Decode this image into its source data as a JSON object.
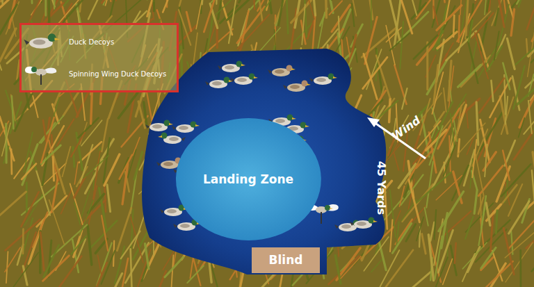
{
  "diagram": {
    "nodes": [
      {
        "text": [
          "Landing Zone"
        ]
      },
      {
        "text": [
          "Blind"
        ]
      }
    ],
    "labels": [
      "Wind",
      "45 Yards"
    ],
    "legend": [
      {
        "text": "Duck Decoys"
      },
      {
        "text": "Spinning Wing Duck Decoys"
      }
    ]
  }
}
